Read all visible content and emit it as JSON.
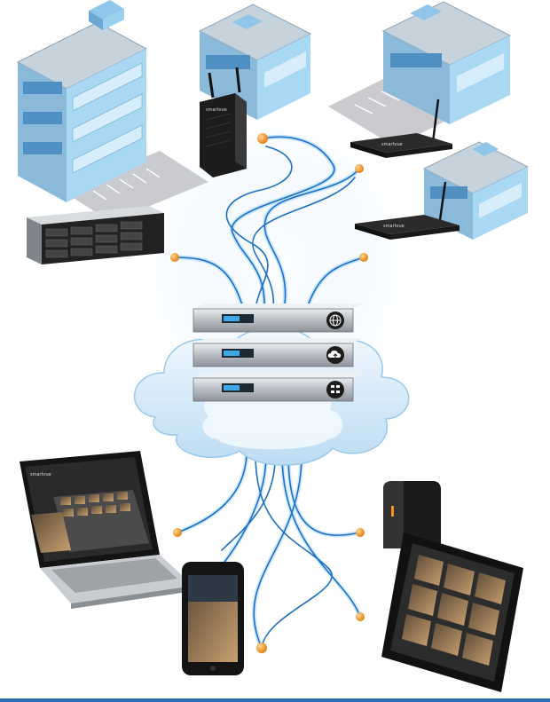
{
  "brand": "smartvue",
  "sites": [
    {
      "id": "office-tower",
      "kind": "multi-story-building-icon"
    },
    {
      "id": "office-top-center",
      "kind": "building-icon"
    },
    {
      "id": "office-top-right",
      "kind": "building-icon"
    },
    {
      "id": "office-mid-right",
      "kind": "building-icon"
    }
  ],
  "edge_devices": [
    {
      "id": "wifi-router-tower",
      "kind": "wireless-router-icon"
    },
    {
      "id": "edge-recorder-right",
      "kind": "antenna-appliance-icon"
    },
    {
      "id": "edge-recorder-mid",
      "kind": "antenna-appliance-icon"
    },
    {
      "id": "rack-storage-array",
      "kind": "storage-server-icon"
    }
  ],
  "cloud_servers": [
    {
      "id": "server-globe",
      "kind": "globe-icon"
    },
    {
      "id": "server-cloud-upload",
      "kind": "cloud-upload-icon"
    },
    {
      "id": "server-cloud-tools",
      "kind": "cloud-tools-icon"
    }
  ],
  "client_devices": [
    {
      "id": "laptop",
      "kind": "laptop-icon"
    },
    {
      "id": "smartphone",
      "kind": "smartphone-icon"
    },
    {
      "id": "nas-drive",
      "kind": "external-drive-icon"
    },
    {
      "id": "tablet",
      "kind": "tablet-icon"
    }
  ],
  "colors": {
    "link": "#1d6fc4",
    "link_glow": "#9ed3ff",
    "node": "#f7931e",
    "cloud": "#e2f0fb",
    "building": "#a9d8f2",
    "bottom_rule": "#2d6db5"
  }
}
